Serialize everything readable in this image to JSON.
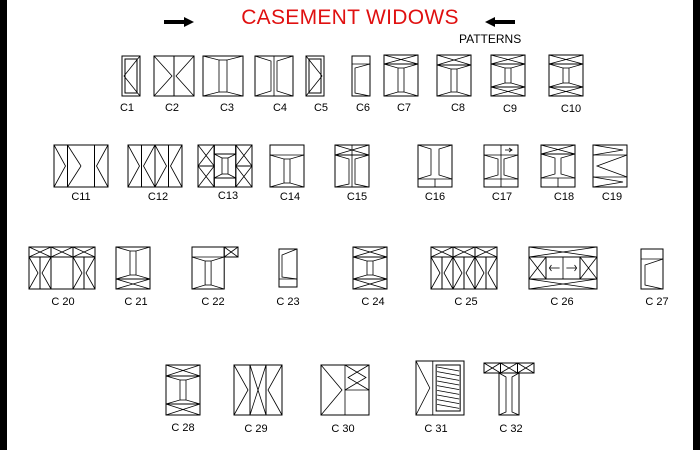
{
  "title": "CASEMENT WIDOWS",
  "subtitle": "PATTERNS",
  "colors": {
    "title": "#e01010",
    "lines": "#000000",
    "frame": "#000000"
  },
  "icons": [
    "arrow-right-icon",
    "arrow-left-icon"
  ],
  "patterns": [
    {
      "id": "c1",
      "label": "C1"
    },
    {
      "id": "c2",
      "label": "C2"
    },
    {
      "id": "c3",
      "label": "C3"
    },
    {
      "id": "c4",
      "label": "C4"
    },
    {
      "id": "c5",
      "label": "C5"
    },
    {
      "id": "c6",
      "label": "C6"
    },
    {
      "id": "c7",
      "label": "C7"
    },
    {
      "id": "c8",
      "label": "C8"
    },
    {
      "id": "c9",
      "label": "C9"
    },
    {
      "id": "c10",
      "label": "C10"
    },
    {
      "id": "c11",
      "label": "C11"
    },
    {
      "id": "c12",
      "label": "C12"
    },
    {
      "id": "c13",
      "label": "C13"
    },
    {
      "id": "c14",
      "label": "C14"
    },
    {
      "id": "c15",
      "label": "C15"
    },
    {
      "id": "c16",
      "label": "C16"
    },
    {
      "id": "c17",
      "label": "C17"
    },
    {
      "id": "c18",
      "label": "C18"
    },
    {
      "id": "c19",
      "label": "C19"
    },
    {
      "id": "c20",
      "label": "C 20"
    },
    {
      "id": "c21",
      "label": "C 21"
    },
    {
      "id": "c22",
      "label": "C 22"
    },
    {
      "id": "c23",
      "label": "C 23"
    },
    {
      "id": "c24",
      "label": "C 24"
    },
    {
      "id": "c25",
      "label": "C 25"
    },
    {
      "id": "c26",
      "label": "C 26"
    },
    {
      "id": "c27",
      "label": "C 27"
    },
    {
      "id": "c28",
      "label": "C 28"
    },
    {
      "id": "c29",
      "label": "C 29"
    },
    {
      "id": "c30",
      "label": "C 30"
    },
    {
      "id": "c31",
      "label": "C 31"
    },
    {
      "id": "c32",
      "label": "C 32"
    }
  ]
}
